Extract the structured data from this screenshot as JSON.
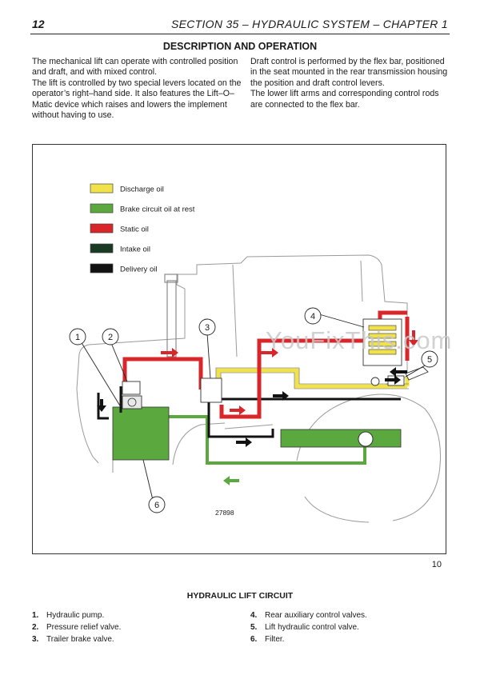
{
  "header": {
    "page_number": "12",
    "section_title": "SECTION 35 – HYDRAULIC SYSTEM – CHAPTER 1"
  },
  "heading": "DESCRIPTION AND OPERATION",
  "intro_left": [
    "The mechanical lift can operate with controlled position and draft, and with mixed control.",
    "The lift is controlled by two special levers located on the operator’s right–hand side. It also features the Lift–O–Matic device which raises and lowers the implement without having to use."
  ],
  "intro_right": [
    "Draft control is performed by the flex bar, positioned in the seat mounted in the rear transmission housing the position and draft control levers.",
    "The lower lift arms and corresponding control rods are connected to the flex bar."
  ],
  "figure": {
    "legend": [
      {
        "label": "Discharge oil",
        "color": "#f2e24a"
      },
      {
        "label": "Brake circuit oil at rest",
        "color": "#5aa83e"
      },
      {
        "label": "Static oil",
        "color": "#d8262a"
      },
      {
        "label": "Intake oil",
        "color": "#183a22"
      },
      {
        "label": "Delivery oil",
        "color": "#121212"
      }
    ],
    "callouts": [
      "1",
      "2",
      "3",
      "4",
      "5",
      "6"
    ],
    "drawing_number": "27898",
    "figure_number": "10",
    "watermark": "YouFixThis.com",
    "colors": {
      "yellow": "#f2e24a",
      "green": "#5aa83e",
      "red": "#d8262a",
      "dark_green": "#183a22",
      "black": "#121212"
    }
  },
  "caption": "HYDRAULIC LIFT CIRCUIT",
  "key": [
    {
      "num": "1.",
      "text": "Hydraulic pump."
    },
    {
      "num": "2.",
      "text": "Pressure relief valve."
    },
    {
      "num": "3.",
      "text": "Trailer brake valve."
    },
    {
      "num": "4.",
      "text": "Rear auxiliary control valves."
    },
    {
      "num": "5.",
      "text": "Lift hydraulic control valve."
    },
    {
      "num": "6.",
      "text": "Filter."
    }
  ]
}
